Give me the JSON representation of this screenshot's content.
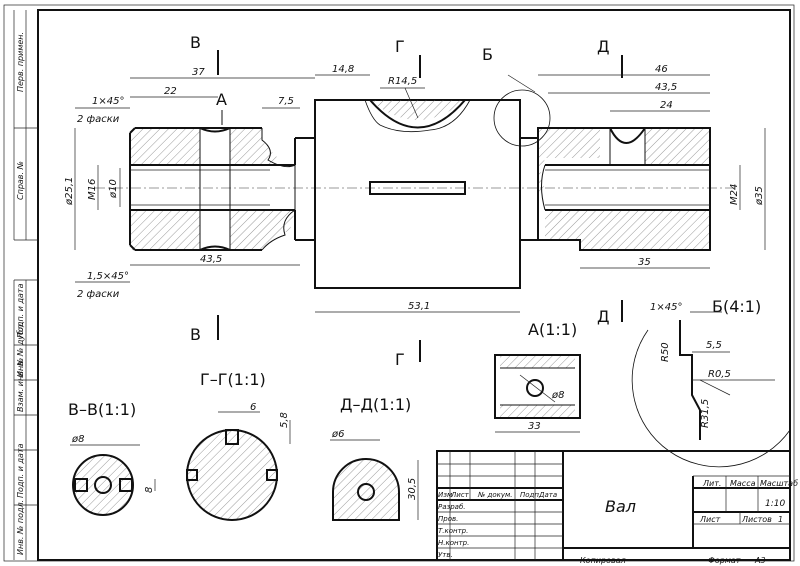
{
  "side_labels": [
    "Перв. примен.",
    "Справ. №",
    "Подп. и дата",
    "Инв. № дубл.",
    "Взам. инв. №",
    "Подп. и дата",
    "Инв. № подл."
  ],
  "sections": {
    "b_mark": "В",
    "g_mark": "Г",
    "d_mark": "Д",
    "a_mark": "А",
    "b_circle": "Б",
    "a_view": "А(1:1)",
    "b_view": "Б(4:1)",
    "vv": "В–В(1:1)",
    "gg": "Г–Г(1:1)",
    "dd": "Д–Д(1:1)"
  },
  "dims": {
    "d37": "37",
    "d22": "22",
    "d148": "14,8",
    "r145": "R14,5",
    "d46": "46",
    "d435t": "43,5",
    "d24": "24",
    "d75": "7,5",
    "ch1": "1×45°",
    "faski1": "2 фаски",
    "ch2": "1,5×45°",
    "faski2": "2 фаски",
    "d251": "ø25,1",
    "m16": "M16",
    "d10": "ø10",
    "d435b": "43,5",
    "d531": "53,1",
    "d35b": "35",
    "m24": "M24",
    "d35v": "ø35",
    "d33": "33",
    "d8a": "ø8",
    "vv_d8": "ø8",
    "vv_8": "8",
    "gg_6": "6",
    "gg_58": "5,8",
    "dd_6": "ø6",
    "dd_305": "30,5",
    "b_ch": "1×45°",
    "b_r50": "R50",
    "b_55": "5,5",
    "b_r05": "R0,5",
    "b_r315": "R31,5"
  },
  "title_block": {
    "name": "Вал",
    "lit": "Лит.",
    "mass": "Масса",
    "scale_h": "Масштаб",
    "scale": "1:10",
    "sheet": "Лист",
    "sheets": "Листов",
    "sheets_n": "1",
    "izm": "Изм",
    "list": "Лист",
    "doc": "№ докум.",
    "podp": "Подп.",
    "data": "Дата",
    "razrab": "Разраб.",
    "prov": "Пров.",
    "tkontr": "Т.контр.",
    "nkontr": "Н.контр.",
    "utv": "Утв.",
    "kopiroval": "Копировал",
    "format": "Формат",
    "format_v": "А3"
  }
}
